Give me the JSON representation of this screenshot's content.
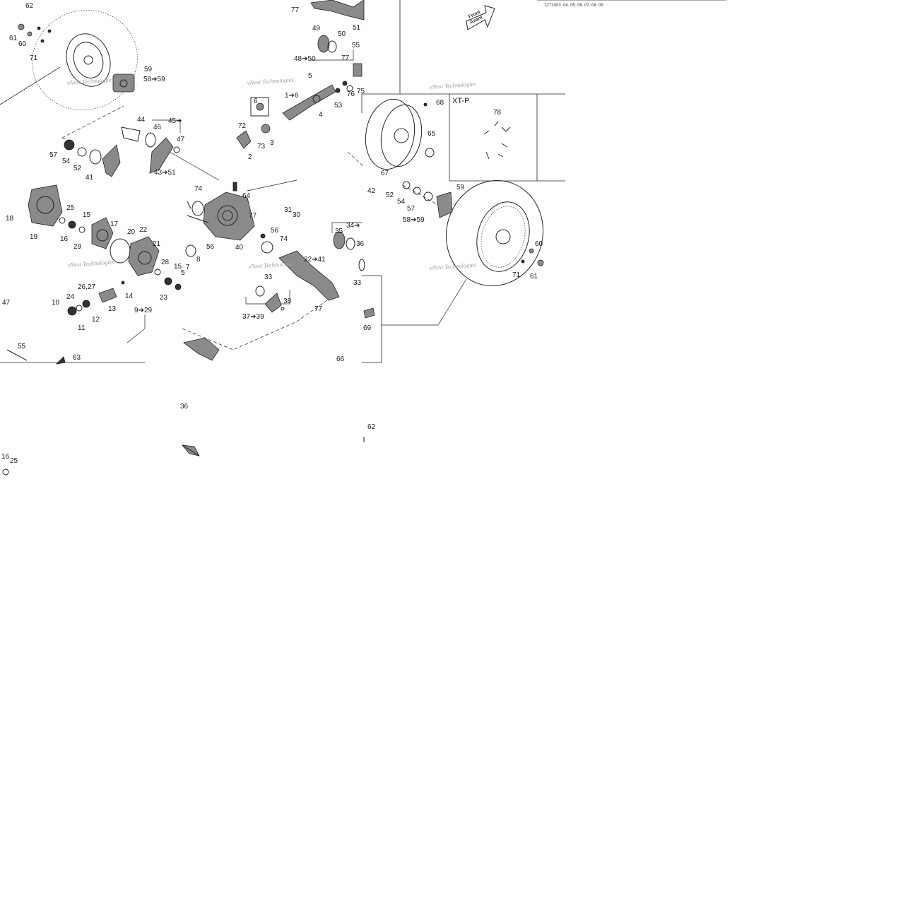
{
  "doc_code": "12T1003. 04. 05. 06. 07. 08. 09",
  "arrow_text": [
    "Front",
    "Avant"
  ],
  "inset_title": "XT-P",
  "watermark": "vNext Technologies",
  "callouts": [
    "62",
    "61",
    "60",
    "71",
    "59",
    "58➔59",
    "57",
    "54",
    "52",
    "41",
    "44",
    "46",
    "45➔",
    "47",
    "43➔51",
    "77",
    "49",
    "50",
    "48➔50",
    "51",
    "55",
    "77",
    "5",
    "1➔6",
    "6",
    "4",
    "53",
    "76",
    "75",
    "72",
    "73",
    "3",
    "2",
    "68",
    "65",
    "67",
    "78",
    "42",
    "52",
    "54",
    "57",
    "58➔59",
    "59",
    "60",
    "71",
    "61",
    "25",
    "15",
    "18",
    "19",
    "16",
    "29",
    "17",
    "20",
    "22",
    "21",
    "28",
    "15",
    "7",
    "5",
    "23",
    "8",
    "10",
    "24",
    "26,27",
    "12",
    "11",
    "13",
    "14",
    "9➔29",
    "47",
    "55",
    "63",
    "74",
    "64",
    "77",
    "31",
    "30",
    "56",
    "56",
    "40",
    "74",
    "32➔41",
    "34➔",
    "35",
    "36",
    "33",
    "33",
    "38",
    "37➔39",
    "77",
    "69",
    "66",
    "36",
    "62",
    "16",
    "25"
  ]
}
